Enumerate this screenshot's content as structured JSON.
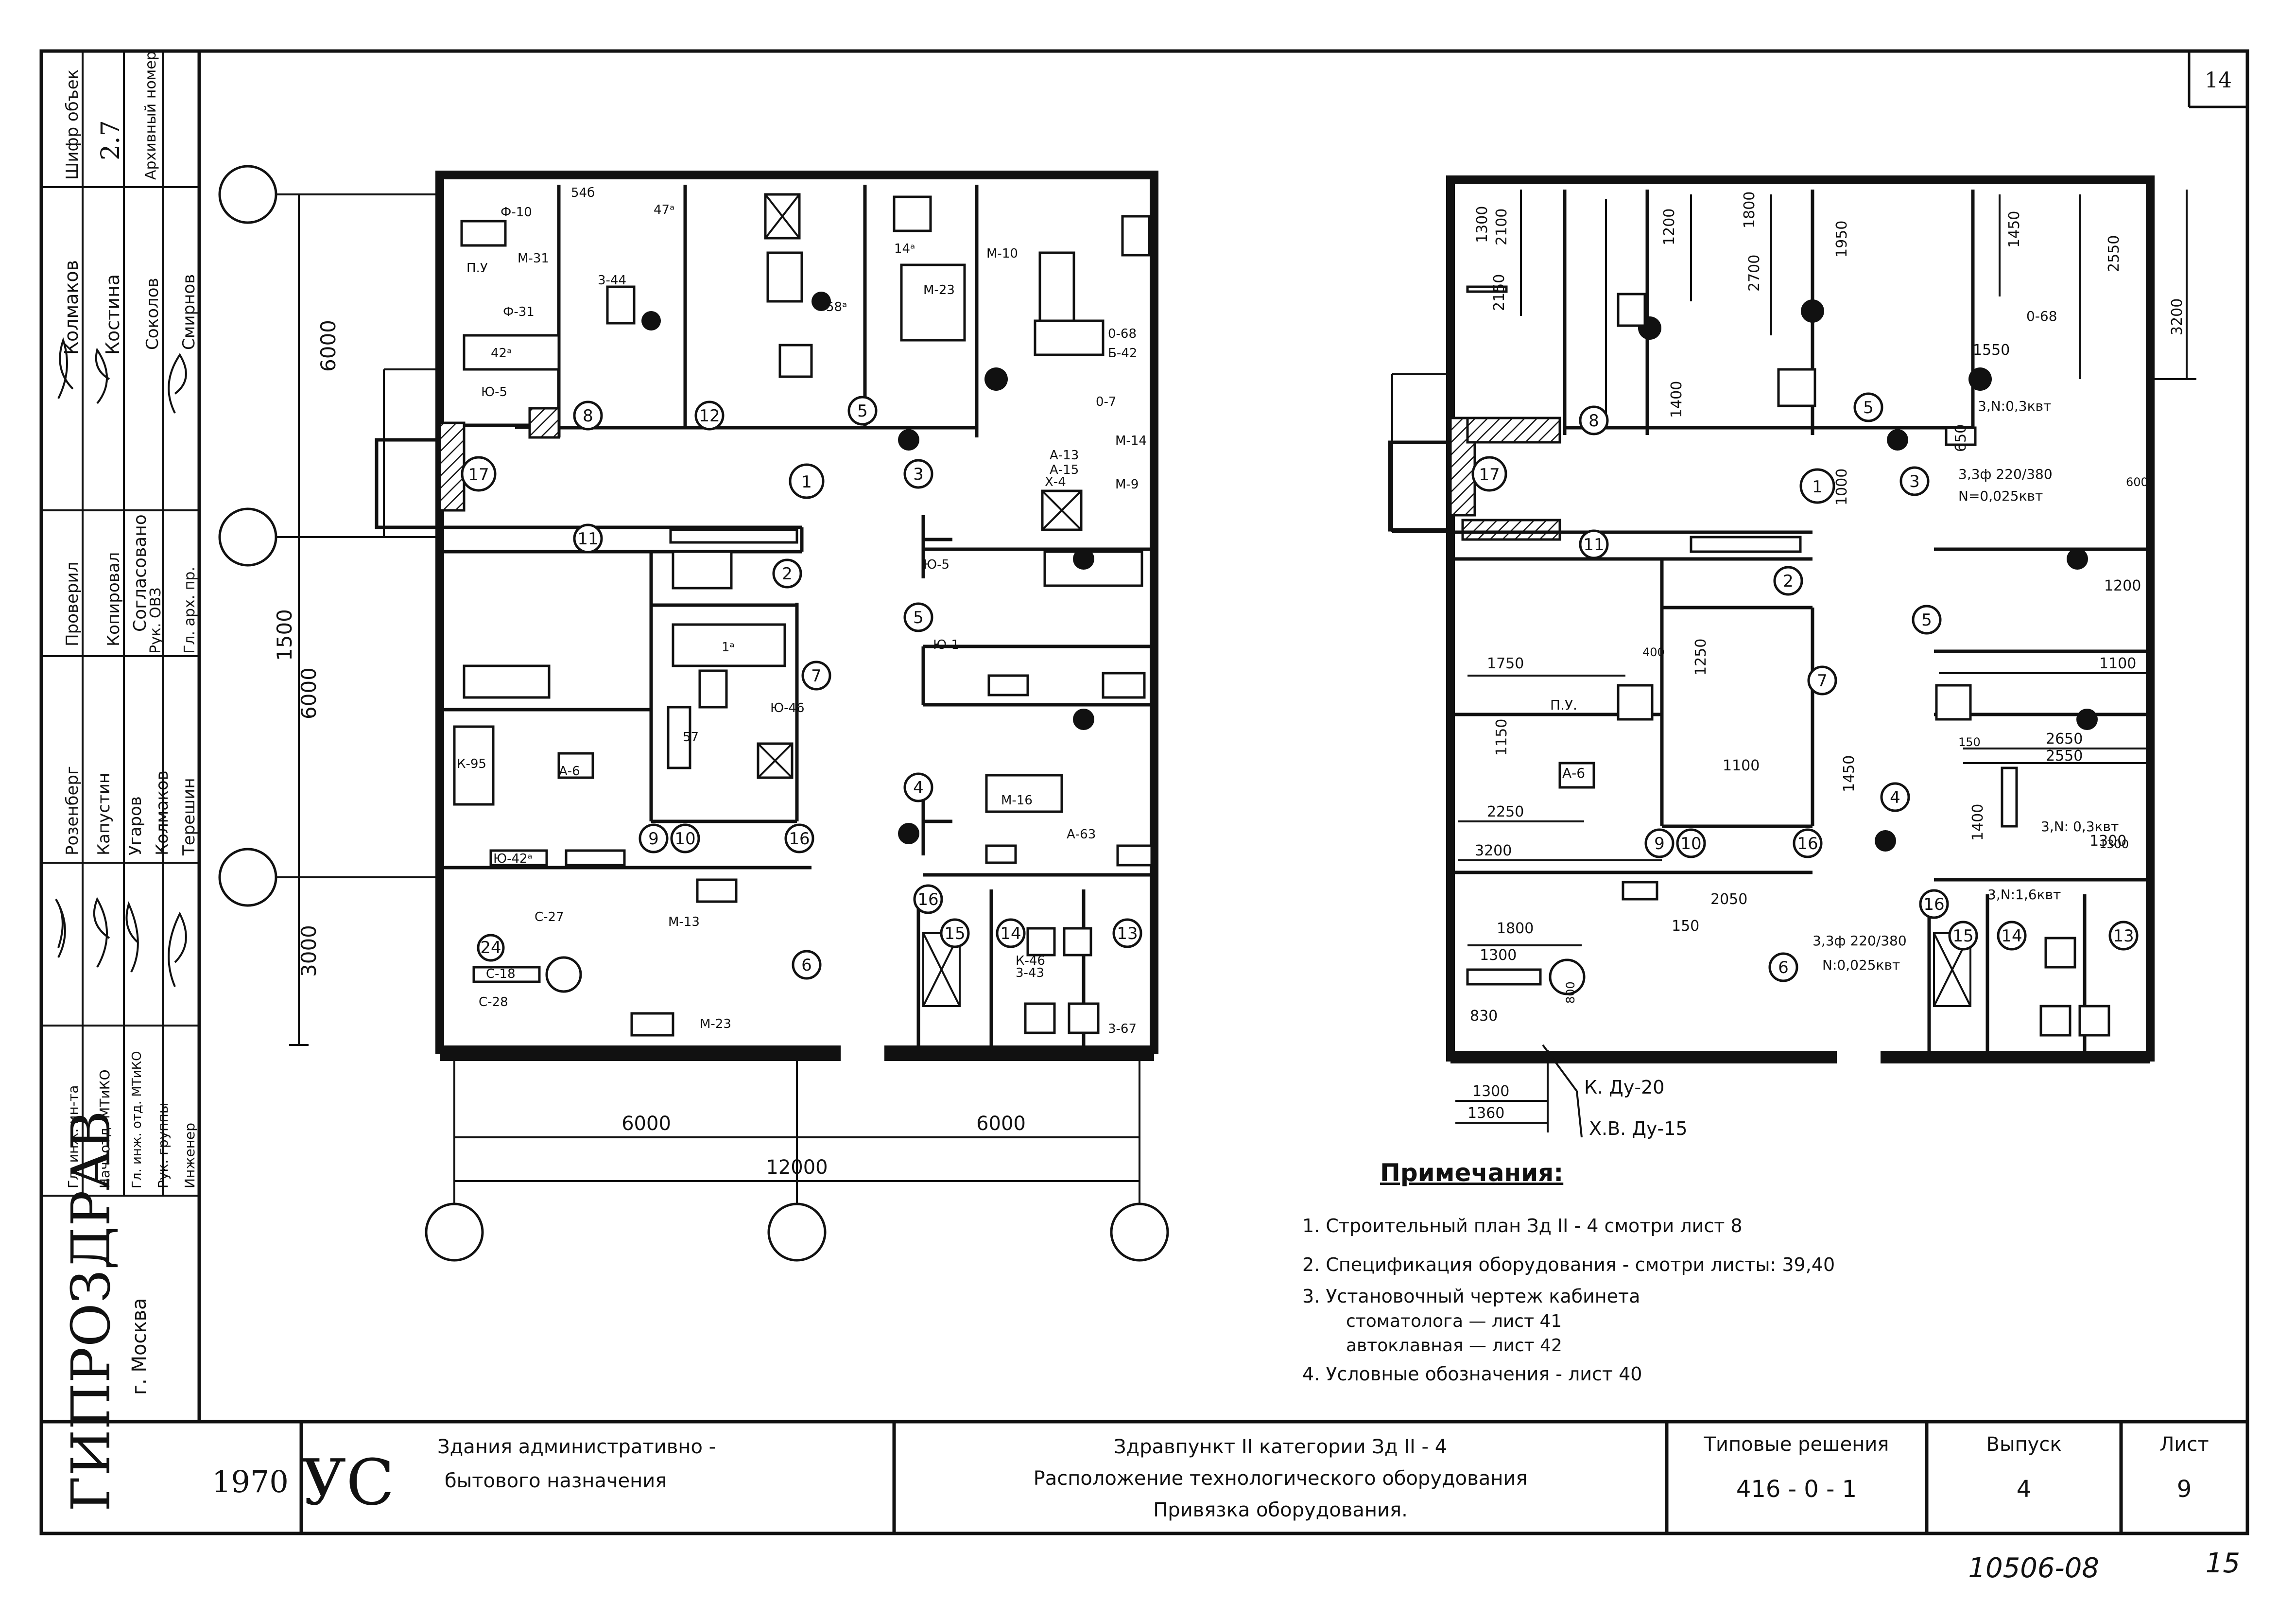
{
  "sheet_number_top": "14",
  "side_stamp": {
    "cipher_label": "Шифр объек",
    "cipher_value": "2.7",
    "archive_label": "Архивный номер",
    "people": [
      {
        "role": "Гл. инж. ин-та",
        "name": "Розенберг"
      },
      {
        "role": "Нач. отд. МТиКО",
        "name": "Капустин"
      },
      {
        "role": "Гл. инж. отд. МТиКО",
        "name": "Угаров"
      },
      {
        "role": "Рук. группы",
        "name": "Колмаков"
      },
      {
        "role": "Инженер",
        "name": "Терешин"
      }
    ],
    "checked_label": "Проверил",
    "checked_name": "Колмаков",
    "copied_label": "Копировал",
    "copied_name": "Костина",
    "agreed_label": "Согласовано",
    "ovz_label": "Рук. ОВЗ",
    "ovz_name": "Соколов",
    "arch_label": "Гл. арх. пр.",
    "arch_name": "Смирнов"
  },
  "org": {
    "name": "ГИПРОЗДРАВ",
    "city": "г. Москва"
  },
  "title_block": {
    "year": "1970",
    "code": "УС",
    "building_type_line1": "Здания административно -",
    "building_type_line2": "бытового назначения",
    "title_line1": "Здравпункт II категории Зд II - 4",
    "title_line2": "Расположение технологического оборудования",
    "title_line3": "Привязка оборудования.",
    "series_label": "Типовые решения",
    "series_value": "416 - 0 - 1",
    "issue_label": "Выпуск",
    "issue_value": "4",
    "sheet_label": "Лист",
    "sheet_value": "9"
  },
  "bottom_code": "10506-08",
  "bottom_page": "15",
  "notes": {
    "heading": "Примечания:",
    "items": [
      "1. Строительный план Зд II - 4 смотри лист 8",
      "2. Спецификация оборудования - смотри листы: 39,40",
      "3. Установочный чертеж кабинета",
      "стоматолога — лист 41",
      "автоклавная — лист 42",
      "4. Условные обозначения - лист 40"
    ]
  },
  "left_plan": {
    "dims_vertical": [
      "6000",
      "1500",
      "6000",
      "3000"
    ],
    "dims_horizontal": [
      "6000",
      "6000",
      "12000"
    ],
    "rooms": [
      "1",
      "2",
      "3",
      "4",
      "5",
      "5",
      "6",
      "7",
      "8",
      "9",
      "10",
      "11",
      "12",
      "13",
      "14",
      "15",
      "16",
      "16",
      "17",
      "24"
    ],
    "equipment": [
      "Ф-10",
      "М-31",
      "П.У",
      "Ф-31",
      "42ᵃ",
      "Ю-5",
      "54б",
      "47ᵃ",
      "3-44",
      "М-23",
      "14ᵃ",
      "58ᵃ",
      "М-10",
      "0-68",
      "Б-42",
      "0-7",
      "М-14",
      "А-13",
      "А-15",
      "Х-4",
      "М-9",
      "Ю-1",
      "Ю-5",
      "М-16",
      "А-6",
      "К-95",
      "57",
      "1ᵃ",
      "Ю-46",
      "Ю-42ᵃ",
      "С-27",
      "С-18",
      "С-28",
      "М-13",
      "А-63",
      "К-46",
      "3-43",
      "3-67",
      "М-23"
    ]
  },
  "right_plan": {
    "dims": [
      "2150",
      "1300",
      "2100",
      "1200",
      "2700",
      "1800",
      "1950",
      "1450",
      "2550",
      "3200",
      "1400",
      "1550",
      "650",
      "1000",
      "1200",
      "1750",
      "1250",
      "1150",
      "1100",
      "2250",
      "3200",
      "1450",
      "1100",
      "2650",
      "2550",
      "1400",
      "1300",
      "2050",
      "150",
      "1800",
      "1300",
      "800",
      "830",
      "1360",
      "1300"
    ],
    "rooms": [
      "1",
      "2",
      "3",
      "4",
      "5",
      "5",
      "6",
      "7",
      "8",
      "9",
      "10",
      "11",
      "13",
      "14",
      "15",
      "16",
      "16",
      "17"
    ],
    "power_labels": [
      "3,N:0,3квт",
      "3,3ф 220/380",
      "N=0,025квт",
      "3,N: 0,3квт",
      "3,N:1,6квт",
      "3,3ф 220/380",
      "N:0,025квт"
    ],
    "labels": [
      "0-68",
      "А-6",
      "П.У.",
      "К. Ду-20",
      "Х.В. Ду-15",
      "400",
      "600",
      "150",
      "1300"
    ]
  }
}
